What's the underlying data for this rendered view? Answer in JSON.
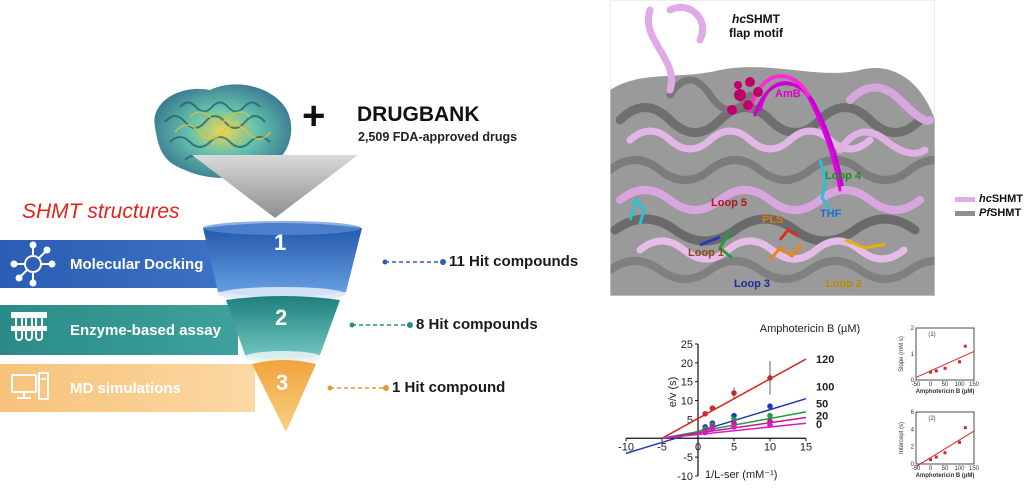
{
  "workflow": {
    "plus": "+",
    "drugbank_title": "DRUGBANK",
    "drugbank_subtitle": "2,509 FDA-approved drugs",
    "shmt_label": "SHMT structures",
    "stages": [
      {
        "number": "1",
        "label": "Molecular Docking",
        "hits": "11 Hit compounds",
        "color": "#2f63b8"
      },
      {
        "number": "2",
        "label": "Enzyme-based assay",
        "hits": "8 Hit compounds",
        "color": "#2c8f8c"
      },
      {
        "number": "3",
        "label": "MD simulations",
        "hits": "1 Hit compound",
        "color": "#f5b25c"
      }
    ]
  },
  "structure": {
    "title_italic": "hc",
    "title_rest": "SHMT",
    "title_line2": "flap motif",
    "labels": {
      "amb": "AmB",
      "loop4": "Loop 4",
      "loop5": "Loop 5",
      "thf": "THF",
      "pls": "PLS",
      "loop1": "Loop 1",
      "loop3": "Loop 3",
      "loop2": "Loop 2"
    },
    "legend": [
      {
        "italic": "hc",
        "rest": "SHMT",
        "color": "#e0aee6"
      },
      {
        "italic": "Pf",
        "rest": "SHMT",
        "color": "#8f8f8f"
      }
    ]
  },
  "chart_data": [
    {
      "type": "line",
      "title": "Amphotericin B (µM)",
      "xlabel": "1/L-ser (mM⁻¹)",
      "ylabel": "e/v (s)",
      "xlim": [
        -10,
        15
      ],
      "ylim": [
        -10,
        25
      ],
      "xticks": [
        "-10",
        "-5",
        "0",
        "5",
        "10",
        "15"
      ],
      "yticks": [
        "-10",
        "-5",
        "0",
        "5",
        "10",
        "15",
        "20",
        "25"
      ],
      "series": [
        {
          "name": "120",
          "color": "#d62728",
          "points": [
            [
              1,
              6.5
            ],
            [
              2,
              8
            ],
            [
              5,
              12
            ],
            [
              10,
              16
            ]
          ],
          "line": [
            [
              -5,
              0
            ],
            [
              15,
              21
            ]
          ],
          "label_value": 20.8
        },
        {
          "name": "100",
          "color": "#2436b3",
          "points": [
            [
              1,
              3
            ],
            [
              2,
              4
            ],
            [
              5,
              6
            ],
            [
              10,
              8.5
            ]
          ],
          "line": [
            [
              -10,
              -4
            ],
            [
              15,
              10.5
            ]
          ],
          "label_value": 13.5
        },
        {
          "name": "50",
          "color": "#1f9e3a",
          "points": [
            [
              1,
              2.5
            ],
            [
              2,
              3.5
            ],
            [
              5,
              5
            ],
            [
              10,
              6
            ]
          ],
          "line": [
            [
              -5,
              0
            ],
            [
              15,
              7
            ]
          ],
          "label_value": 9
        },
        {
          "name": "20",
          "color": "#c2189a",
          "points": [
            [
              1,
              2
            ],
            [
              2,
              3
            ],
            [
              5,
              4
            ],
            [
              10,
              4.5
            ]
          ],
          "line": [
            [
              -5,
              0
            ],
            [
              15,
              5.5
            ]
          ],
          "label_value": 5.8
        },
        {
          "name": "0",
          "color": "#d71ec0",
          "points": [
            [
              1,
              1.5
            ],
            [
              2,
              2.5
            ],
            [
              5,
              3
            ],
            [
              10,
              3.5
            ]
          ],
          "line": [
            [
              -5,
              0
            ],
            [
              15,
              4
            ]
          ],
          "label_value": 3.5
        }
      ]
    },
    {
      "type": "scatter",
      "title": "(1)",
      "xlabel": "Amphotericin B (µM)",
      "ylabel": "Slope (mM s)",
      "xlim": [
        -50,
        150
      ],
      "ylim": [
        0,
        2
      ],
      "xticks": [
        "-50",
        "0",
        "50",
        "100",
        "150"
      ],
      "yticks": [
        "0",
        "1",
        "2"
      ],
      "points": [
        [
          0,
          0.3
        ],
        [
          20,
          0.35
        ],
        [
          50,
          0.45
        ],
        [
          100,
          0.7
        ],
        [
          120,
          1.3
        ]
      ],
      "fit": [
        [
          -50,
          0.1
        ],
        [
          150,
          1.1
        ]
      ]
    },
    {
      "type": "scatter",
      "title": "(2)",
      "xlabel": "Amphotericin B (µM)",
      "ylabel": "Intercept (s)",
      "xlim": [
        -50,
        150
      ],
      "ylim": [
        0,
        6
      ],
      "xticks": [
        "-50",
        "0",
        "50",
        "100",
        "150"
      ],
      "yticks": [
        "0",
        "2",
        "4",
        "6"
      ],
      "points": [
        [
          0,
          0.5
        ],
        [
          20,
          0.8
        ],
        [
          50,
          1.3
        ],
        [
          100,
          2.5
        ],
        [
          120,
          4.2
        ]
      ],
      "fit": [
        [
          -50,
          -0.3
        ],
        [
          150,
          3.8
        ]
      ]
    }
  ]
}
